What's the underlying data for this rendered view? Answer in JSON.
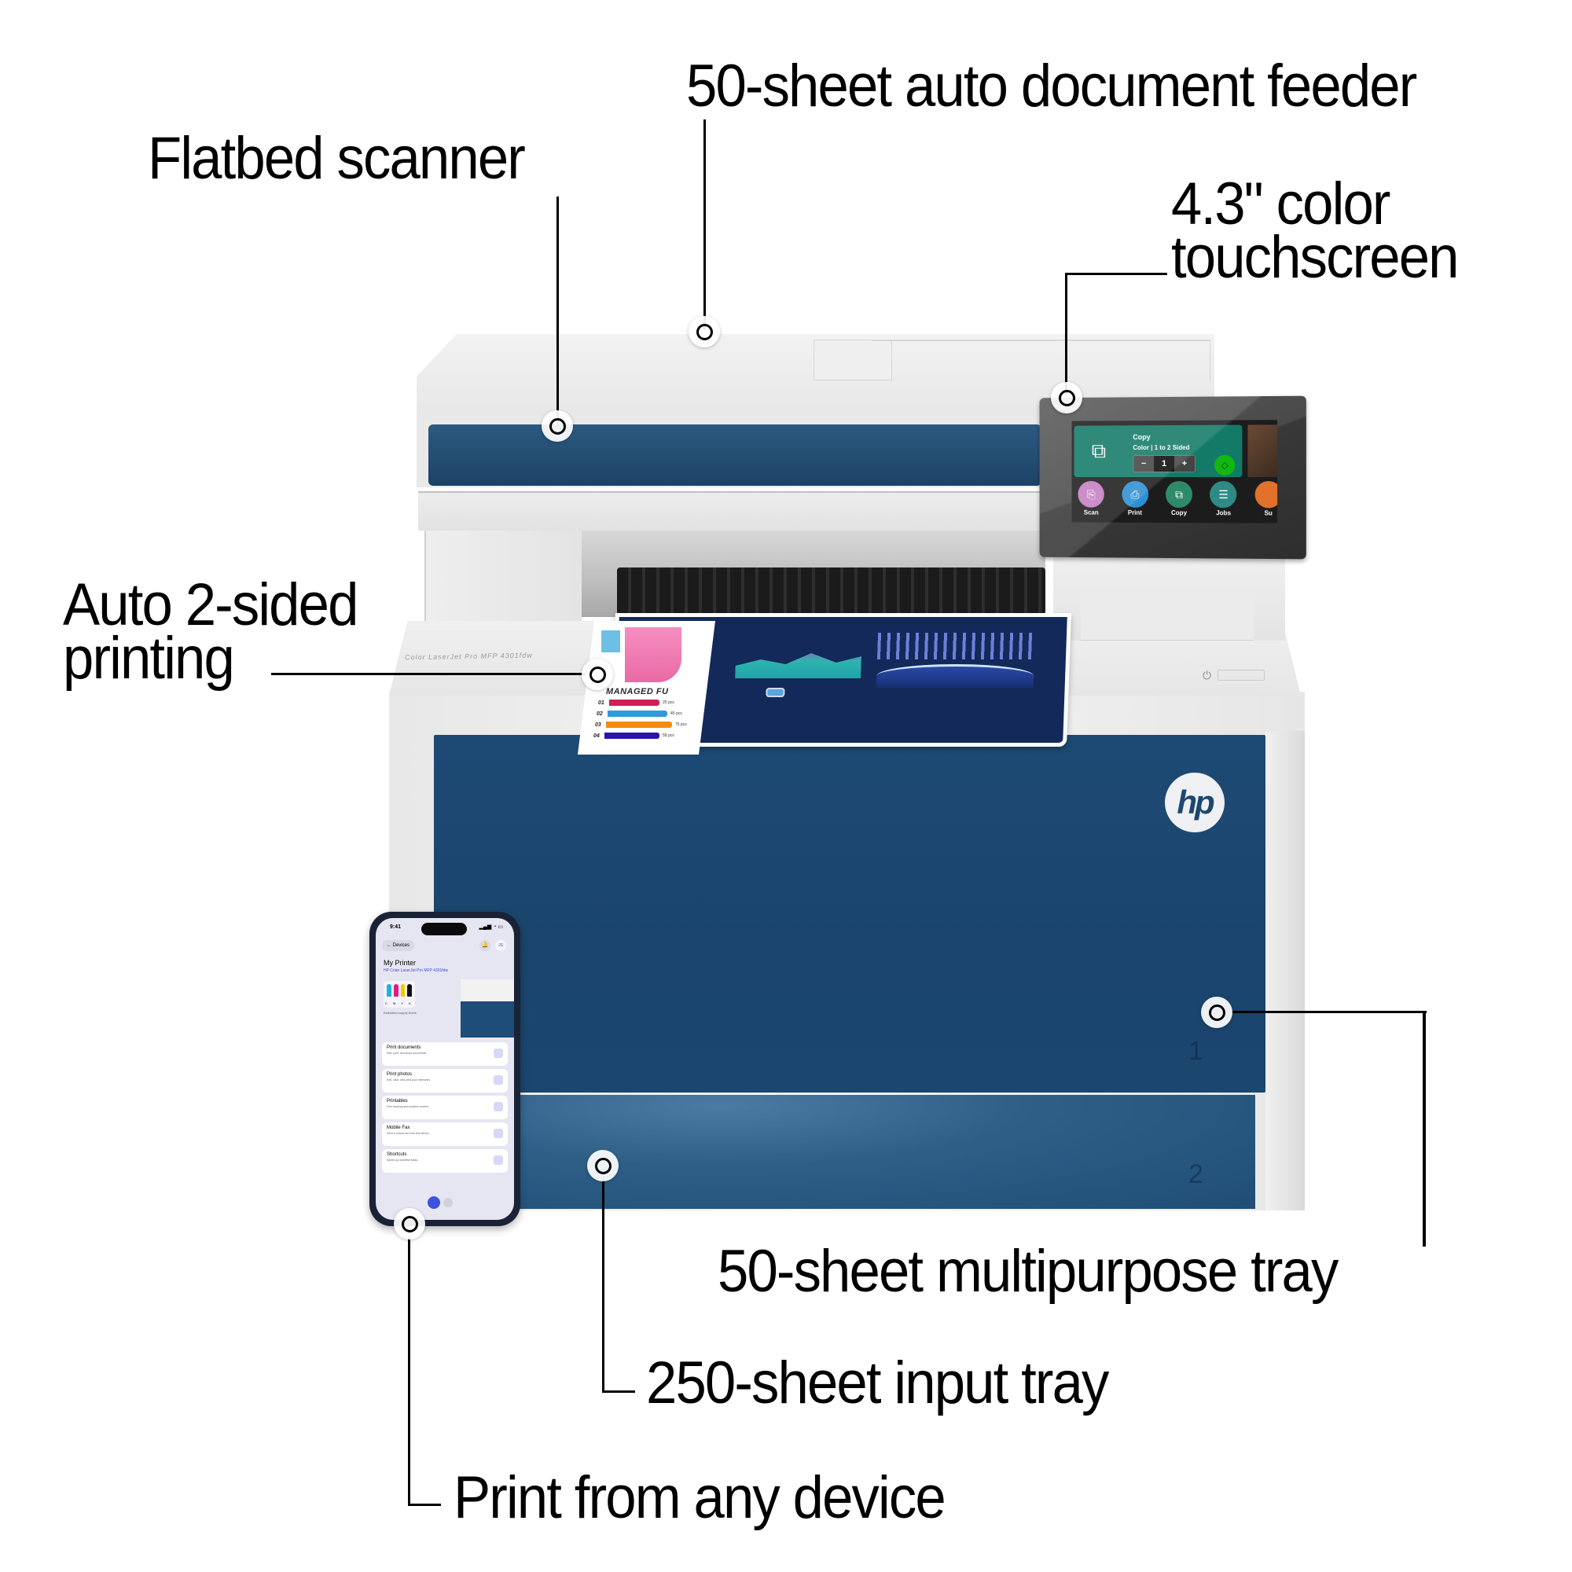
{
  "callouts": {
    "adf": {
      "label": "50-sheet auto document feeder"
    },
    "flatbed": {
      "label": "Flatbed scanner"
    },
    "touchscreen": {
      "line1": "4.3\" color",
      "line2": "touchscreen"
    },
    "duplex": {
      "line1": "Auto 2-sided",
      "line2": "printing"
    },
    "mp_tray": {
      "label": "50-sheet multipurpose tray"
    },
    "input_tray": {
      "label": "250-sheet input tray"
    },
    "any_device": {
      "label": "Print from any device"
    }
  },
  "printer": {
    "model_text": "Color LaserJet Pro MFP 4301fdw",
    "brand_logo": "hp",
    "tray_numbers": [
      "1",
      "2"
    ],
    "power_icon": "⏻",
    "colors": {
      "body": "#ebebeb",
      "blue_panel": "#1b466f",
      "tray2_blue": "#2e5f87"
    }
  },
  "touchscreen_ui": {
    "card_title": "Copy",
    "card_subtitle": "Color | 1 to 2 Sided",
    "stepper": {
      "minus": "−",
      "value": "1",
      "plus": "+"
    },
    "start_icon": "◇",
    "apps": [
      {
        "label": "Scan",
        "icon": "⎘",
        "color": "#c47fc3"
      },
      {
        "label": "Print",
        "icon": "⎙",
        "color": "#2d8fd3"
      },
      {
        "label": "Copy",
        "icon": "⧉",
        "color": "#2f8a6a"
      },
      {
        "label": "Jobs",
        "icon": "☰",
        "color": "#2f8a86"
      },
      {
        "label": "Su",
        "icon": "",
        "color": "#e0722b"
      }
    ],
    "accent_color": "#137a68"
  },
  "printed_sheet": {
    "title": "MANAGED FU",
    "bars": [
      {
        "idx": "01",
        "color": "#d01f55",
        "width": 64,
        "value": "25 pcs"
      },
      {
        "idx": "02",
        "color": "#2f9ad8",
        "width": 76,
        "value": "45 pcs"
      },
      {
        "idx": "03",
        "color": "#f28b14",
        "width": 84,
        "value": "75 pcs"
      },
      {
        "idx": "04",
        "color": "#2a16a8",
        "width": 70,
        "value": "58 pcs"
      }
    ]
  },
  "phone_app": {
    "time": "9:41",
    "status_icons": "▂▄▆ ◔ ▭",
    "back_label": "← Devices",
    "bell_icon": "🔔",
    "avatar_initials": "JS",
    "title": "My Printer",
    "printer_model": "HP Color LaserJet Pro MFP 4301fdw",
    "ink_labels": "C M Y K",
    "ink_colors": [
      "#19b6d8",
      "#e01a8a",
      "#f5c800",
      "#111111"
    ],
    "supply_text": "Estimated supply levels",
    "items": [
      {
        "title": "Print documents",
        "subtitle": "Edit, print, and share documents"
      },
      {
        "title": "Print photos",
        "subtitle": "Edit, save, and print your memories"
      },
      {
        "title": "Printables",
        "subtitle": "Free learning and creative content"
      },
      {
        "title": "Mobile Fax",
        "subtitle": "Send a secure fax from this device"
      },
      {
        "title": "Shortcuts",
        "subtitle": "Speed up repetitive tasks"
      }
    ]
  }
}
